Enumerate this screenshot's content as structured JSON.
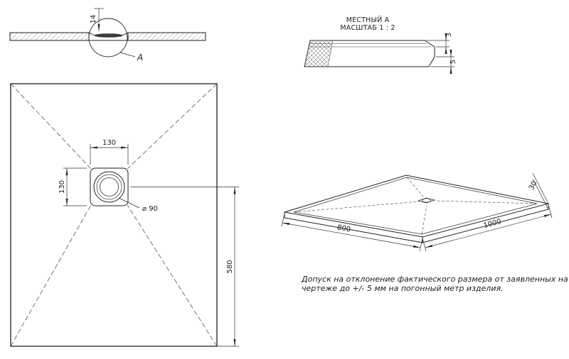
{
  "section_view": {
    "detail_label": "A",
    "dim_thickness": "14"
  },
  "detail_view": {
    "title": "МЕСТНЫЙ А",
    "scale": "МАСШТАБ 1 : 2",
    "dim_top": "3",
    "dim_bottom": "5"
  },
  "plan_view": {
    "dim_drain_width": "130",
    "dim_drain_height": "130",
    "dim_drain_diameter": "⌀ 90",
    "dim_center_to_edge": "580"
  },
  "iso_view": {
    "dim_width": "800",
    "dim_length": "1000",
    "dim_height": "30"
  },
  "note": {
    "line1": "Допуск на отклонение фактического размера от заявленных на",
    "line2": "чертеже до +/- 5 мм на погонный метр изделия."
  }
}
